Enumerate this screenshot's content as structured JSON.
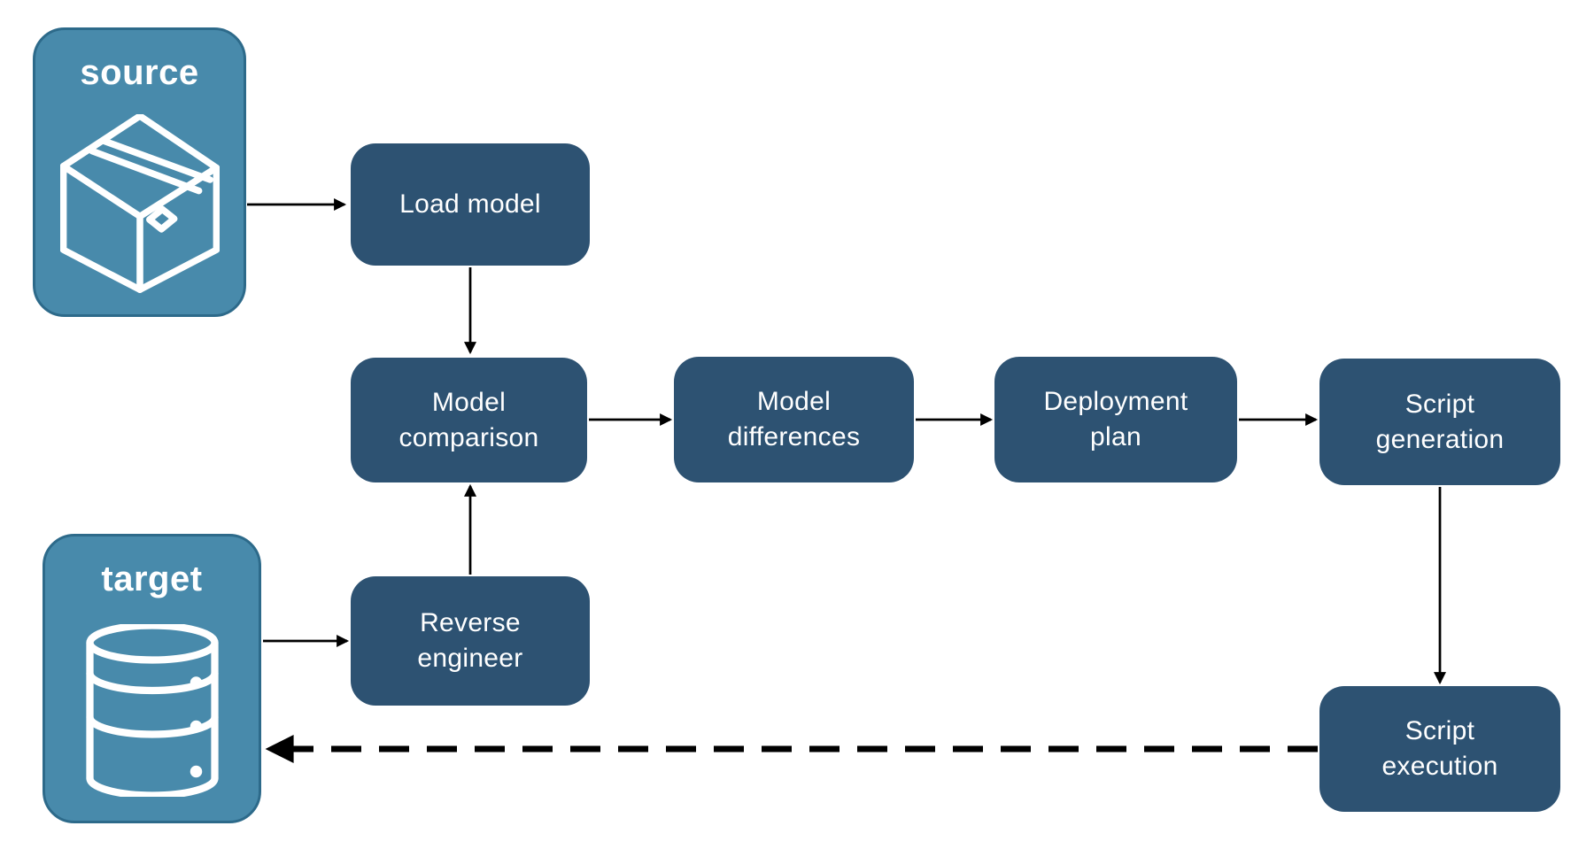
{
  "diagram": {
    "entities": [
      {
        "id": "source",
        "label": "source",
        "icon": "package-icon"
      },
      {
        "id": "target",
        "label": "target",
        "icon": "database-icon"
      }
    ],
    "nodes": [
      {
        "id": "load-model",
        "label": "Load model"
      },
      {
        "id": "model-comparison",
        "label": "Model\ncomparison"
      },
      {
        "id": "model-differences",
        "label": "Model\ndifferences"
      },
      {
        "id": "deployment-plan",
        "label": "Deployment\nplan"
      },
      {
        "id": "script-generation",
        "label": "Script\ngeneration"
      },
      {
        "id": "reverse-engineer",
        "label": "Reverse\nengineer"
      },
      {
        "id": "script-execution",
        "label": "Script\nexecution"
      }
    ],
    "edges": [
      {
        "from": "source",
        "to": "load-model",
        "style": "solid"
      },
      {
        "from": "load-model",
        "to": "model-comparison",
        "style": "solid"
      },
      {
        "from": "model-comparison",
        "to": "model-differences",
        "style": "solid"
      },
      {
        "from": "model-differences",
        "to": "deployment-plan",
        "style": "solid"
      },
      {
        "from": "deployment-plan",
        "to": "script-generation",
        "style": "solid"
      },
      {
        "from": "script-generation",
        "to": "script-execution",
        "style": "solid"
      },
      {
        "from": "script-execution",
        "to": "target",
        "style": "dashed"
      },
      {
        "from": "target",
        "to": "reverse-engineer",
        "style": "solid"
      },
      {
        "from": "reverse-engineer",
        "to": "model-comparison",
        "style": "solid"
      }
    ],
    "colors": {
      "node_fill": "#2D5272",
      "entity_fill": "#488AAB",
      "entity_border": "#2D6A8A",
      "node_text": "#FFFFFF",
      "arrow": "#000000",
      "background": "#FFFFFF"
    }
  }
}
